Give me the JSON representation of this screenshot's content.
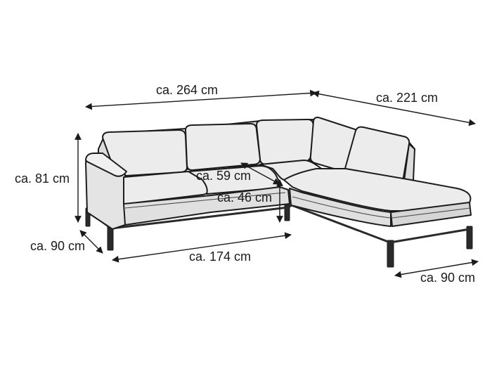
{
  "colors": {
    "fabric": "#ececec",
    "fabric_shade": "#dcdcdc",
    "fabric_dark": "#cfcfcf",
    "outline": "#1c1c1c",
    "legs": "#2a2a2a",
    "text": "#1a1a1a"
  },
  "dimensions": {
    "total_width": "ca. 264 cm",
    "total_depth_right": "ca. 221 cm",
    "height": "ca. 81 cm",
    "seat_depth": "ca. 59 cm",
    "seat_height": "ca. 46 cm",
    "depth_left": "ca. 90 cm",
    "front_length": "ca. 174 cm",
    "chaise_width": "ca. 90 cm"
  }
}
